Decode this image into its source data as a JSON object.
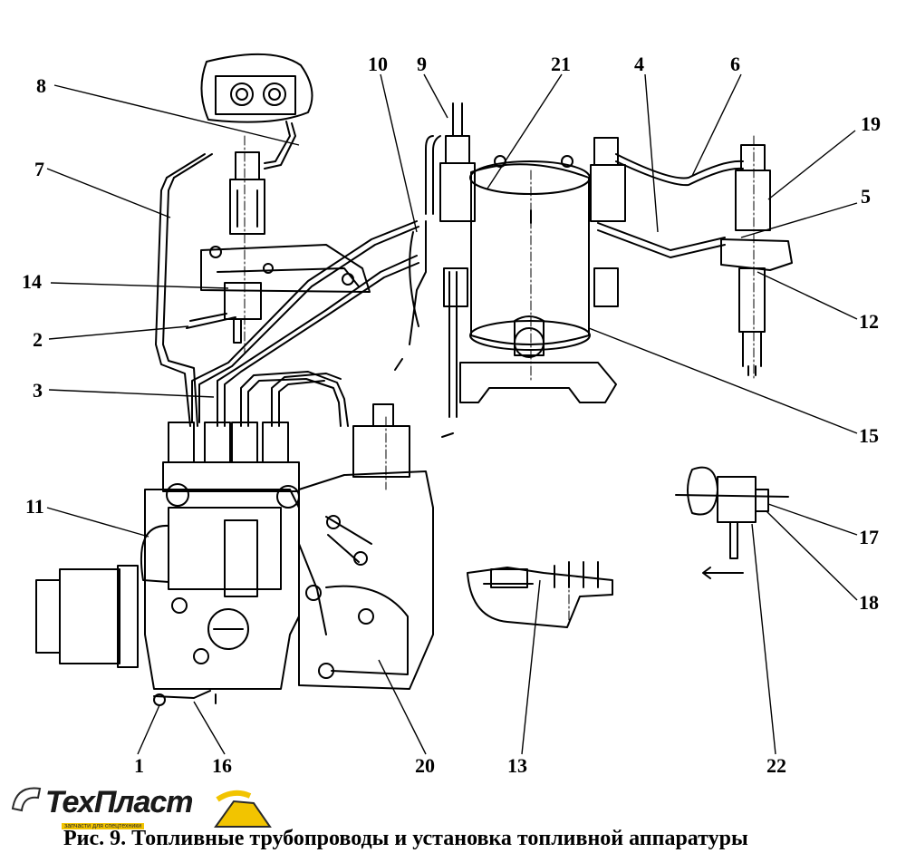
{
  "figure": {
    "caption": "Рис. 9. Топливные трубопроводы и установка топливной аппаратуры",
    "logo_text": "ТехПласт",
    "logo_tagline": "запчасти для спецтехники",
    "logo_color": "#f2c400"
  },
  "callouts": [
    {
      "id": "1",
      "text": "1"
    },
    {
      "id": "2",
      "text": "2"
    },
    {
      "id": "3",
      "text": "3"
    },
    {
      "id": "4",
      "text": "4"
    },
    {
      "id": "5",
      "text": "5"
    },
    {
      "id": "6",
      "text": "6"
    },
    {
      "id": "7",
      "text": "7"
    },
    {
      "id": "8",
      "text": "8"
    },
    {
      "id": "9",
      "text": "9"
    },
    {
      "id": "10",
      "text": "10"
    },
    {
      "id": "11",
      "text": "11"
    },
    {
      "id": "12",
      "text": "12"
    },
    {
      "id": "13",
      "text": "13"
    },
    {
      "id": "14",
      "text": "14"
    },
    {
      "id": "15",
      "text": "15"
    },
    {
      "id": "16",
      "text": "16"
    },
    {
      "id": "17",
      "text": "17"
    },
    {
      "id": "18",
      "text": "18"
    },
    {
      "id": "19",
      "text": "19"
    },
    {
      "id": "20",
      "text": "20"
    },
    {
      "id": "21",
      "text": "21"
    },
    {
      "id": "22",
      "text": "22"
    }
  ]
}
